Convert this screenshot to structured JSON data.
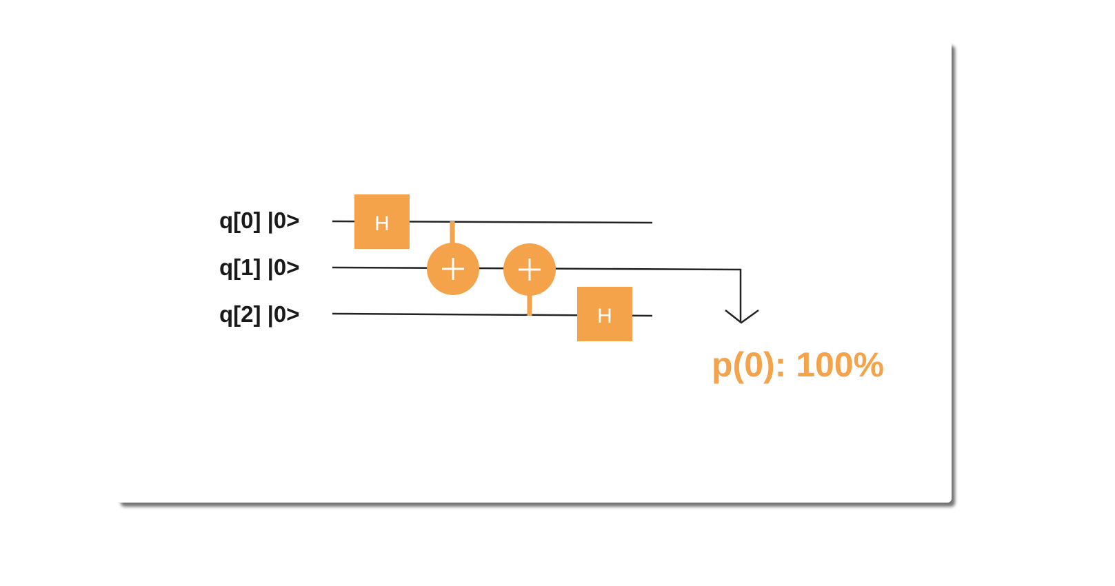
{
  "colors": {
    "gate": "#f5a34a",
    "wire": "#222222",
    "text": "#1a1a1a",
    "result": "#f5a34a"
  },
  "qubits": [
    {
      "label": "q[0] |0>"
    },
    {
      "label": "q[1] |0>"
    },
    {
      "label": "q[2] |0>"
    }
  ],
  "gates": [
    {
      "type": "H",
      "label": "H",
      "qubit": 0
    },
    {
      "type": "CNOT",
      "control": 0,
      "target": 1
    },
    {
      "type": "CNOT",
      "control": 2,
      "target": 1
    },
    {
      "type": "H",
      "label": "H",
      "qubit": 2
    }
  ],
  "measurement": {
    "qubit": 1,
    "result_text": "p(0): 100%"
  }
}
